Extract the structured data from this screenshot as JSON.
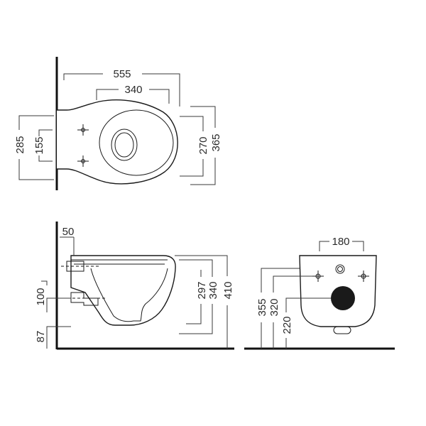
{
  "dimensions": {
    "top_view": {
      "overall_length": "555",
      "seat_width": "340",
      "overall_width": "285",
      "fixing_spacing": "155",
      "seat_depth": "270",
      "overall_depth": "365"
    },
    "side_view": {
      "inlet_offset": "50",
      "outlet_height": "100",
      "floor_clearance": "87",
      "rim_height_a": "297",
      "rim_height_b": "340",
      "overall_height": "410"
    },
    "rear_view": {
      "fixing_spacing": "180",
      "overall_height": "355",
      "fixing_height": "320",
      "outlet_height": "220"
    }
  }
}
